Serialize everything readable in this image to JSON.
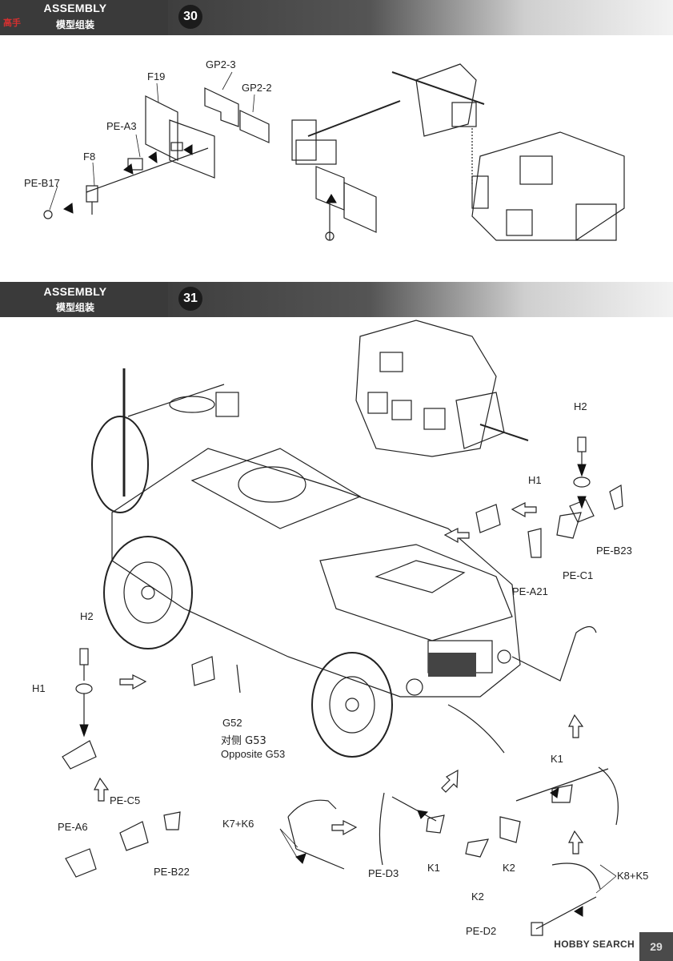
{
  "header": {
    "title_en": "ASSEMBLY",
    "title_cn": "模型组装",
    "watermark": "高手"
  },
  "step30": {
    "number": "30",
    "labels": [
      "F19",
      "GP2-3",
      "GP2-2",
      "PE-A3",
      "F8",
      "PE-B17"
    ]
  },
  "step31": {
    "number": "31",
    "labels": {
      "h2_right": "H2",
      "h1_right": "H1",
      "pe_b23": "PE-B23",
      "pe_c1": "PE-C1",
      "pe_a21": "PE-A21",
      "h2_left": "H2",
      "h1_left": "H1",
      "g52": "G52",
      "g53_cn": "对侧 G53",
      "g53_en": "Opposite G53",
      "pe_c5": "PE-C5",
      "pe_a6": "PE-A6",
      "pe_b22": "PE-B22",
      "k7k6": "K7+K6",
      "pe_d3": "PE-D3",
      "k1_a": "K1",
      "k2_a": "K2",
      "k1_b": "K1",
      "k2_b": "K2",
      "k8k5": "K8+K5",
      "pe_d2": "PE-D2"
    }
  },
  "footer": {
    "brand": "HOBBY SEARCH",
    "page": "29"
  }
}
